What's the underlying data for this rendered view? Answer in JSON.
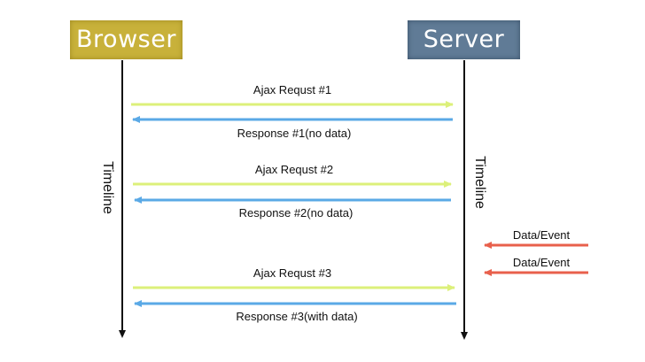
{
  "actors": {
    "browser": "Browser",
    "server": "Server"
  },
  "timeline_label": "Timeline",
  "messages": [
    {
      "label": "Ajax Requst #1",
      "direction": "browser-to-server"
    },
    {
      "label": "Response #1(no data)",
      "direction": "server-to-browser"
    },
    {
      "label": "Ajax Requst #2",
      "direction": "browser-to-server"
    },
    {
      "label": "Response #2(no data)",
      "direction": "server-to-browser"
    },
    {
      "label": "Ajax Requst #3",
      "direction": "browser-to-server"
    },
    {
      "label": "Response #3(with data)",
      "direction": "server-to-browser"
    }
  ],
  "events": [
    {
      "label": "Data/Event",
      "direction": "into-server"
    },
    {
      "label": "Data/Event",
      "direction": "into-server"
    }
  ],
  "colors": {
    "browser": "#c8b13a",
    "server": "#607b96",
    "request": "#dcf07a",
    "response": "#5aa9e6",
    "event": "#e8604c",
    "timeline": "#111111"
  }
}
